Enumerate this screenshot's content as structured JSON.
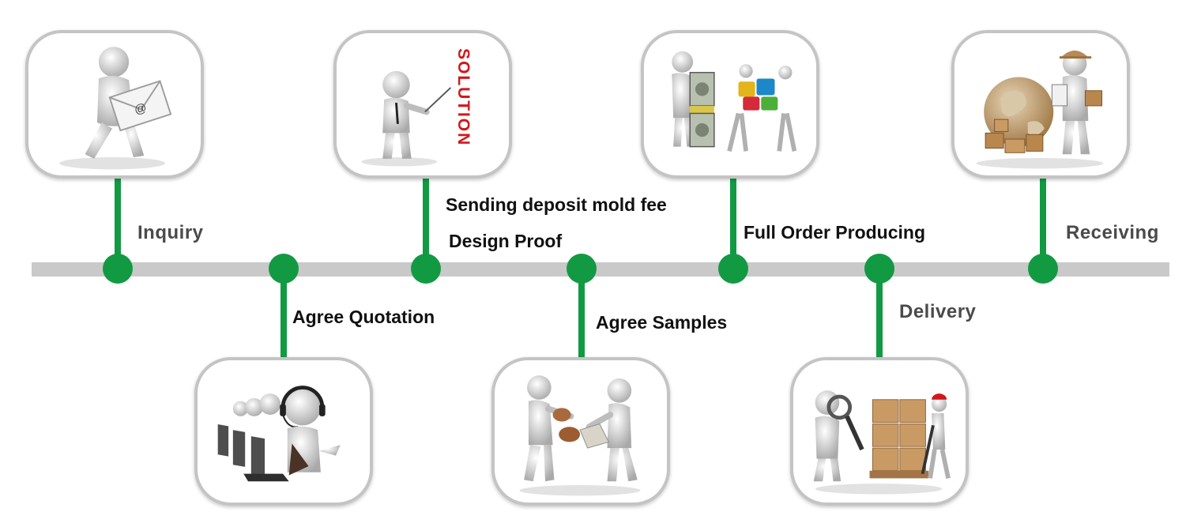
{
  "steps": [
    {
      "id": "inquiry",
      "label": "Inquiry",
      "icon": "envelope-figure-icon"
    },
    {
      "id": "agree-quotation",
      "label": "Agree Quotation",
      "icon": "customer-service-headset-icon"
    },
    {
      "id": "sending-deposit",
      "label": "Sending deposit mold fee",
      "icon": "solution-presenter-icon"
    },
    {
      "id": "design-proof",
      "label": "Design Proof",
      "icon": ""
    },
    {
      "id": "agree-samples",
      "label": "Agree Samples",
      "icon": "handover-samples-icon"
    },
    {
      "id": "full-order",
      "label": "Full Order Producing",
      "icon": "money-puzzle-figures-icon"
    },
    {
      "id": "delivery",
      "label": "Delivery",
      "icon": "inspection-cargo-pallet-icon"
    },
    {
      "id": "receiving",
      "label": "Receiving",
      "icon": "courier-globe-boxes-icon"
    }
  ],
  "solution_word": "SOLUTION",
  "email_symbol": "@",
  "colors": {
    "accent_green": "#129a43",
    "timeline_grey": "#c9c9c9",
    "card_border": "#c4c4c4",
    "solution_red": "#d0181c"
  }
}
